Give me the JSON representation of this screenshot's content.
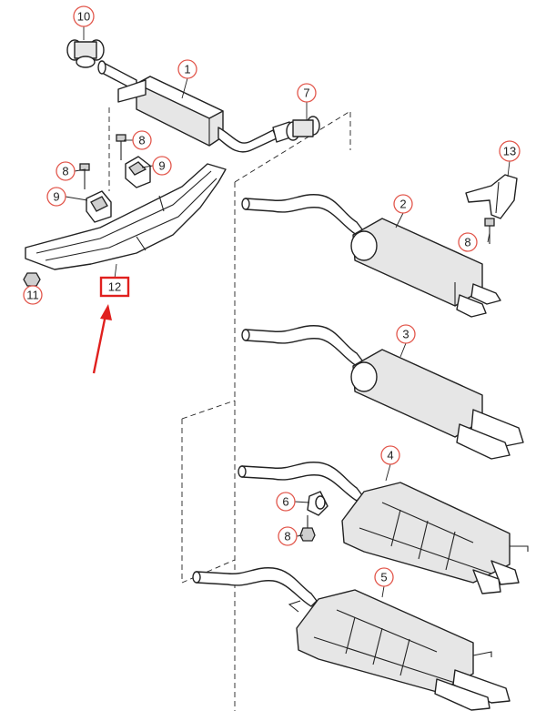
{
  "callouts": {
    "c1": "1",
    "c2": "2",
    "c3": "3",
    "c4": "4",
    "c5": "5",
    "c6": "6",
    "c7": "7",
    "c8a": "8",
    "c8b": "8",
    "c8c": "8",
    "c8d": "8",
    "c9a": "9",
    "c9b": "9",
    "c10": "10",
    "c11": "11",
    "c12": "12",
    "c13": "13"
  },
  "colors": {
    "callout_ring": "#e2574c",
    "highlight": "#e0201e",
    "line": "#222222"
  }
}
